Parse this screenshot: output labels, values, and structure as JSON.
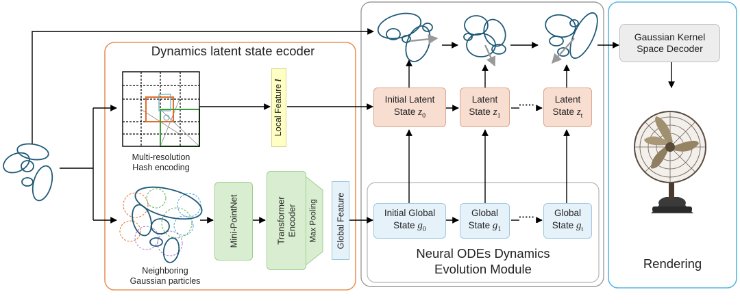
{
  "encoder": {
    "title": "Dynamics latent state ecoder",
    "hash_caption": [
      "Multi-resolution",
      "Hash encoding"
    ],
    "neighbor_caption": [
      "Neighboring",
      "Gaussian particles"
    ],
    "local_feature": "Local Feature",
    "local_feature_symbol": "l",
    "mini_pointnet": "Mini-PointNet",
    "transformer": [
      "Transformer",
      "Encoder"
    ],
    "max_pooling": "Max Pooling",
    "global_feature": "Global Feature"
  },
  "ode": {
    "title": [
      "Neural ODEs Dynamics",
      "Evolution Module"
    ],
    "latent": [
      {
        "line1": "Initial Latent",
        "line2": "State",
        "sym": "z",
        "sub": "0"
      },
      {
        "line1": "Latent",
        "line2": "State",
        "sym": "z",
        "sub": "1"
      },
      {
        "line1": "Latent",
        "line2": "State",
        "sym": "z",
        "sub": "t"
      }
    ],
    "global": [
      {
        "line1": "Initial Global",
        "line2": "State",
        "sym": "g",
        "sub": "0"
      },
      {
        "line1": "Global",
        "line2": "State",
        "sym": "g",
        "sub": "1"
      },
      {
        "line1": "Global",
        "line2": "State",
        "sym": "g",
        "sub": "t"
      }
    ],
    "dots": "·····"
  },
  "render": {
    "decoder": [
      "Gaussian Kernel",
      "Space Decoder"
    ],
    "rendering_label": "Rendering",
    "fan_image": "electric-fan-render"
  },
  "colors": {
    "encoder_border": "#e8935a",
    "ode_border": "#9a9a9a",
    "render_border": "#5ab7e0",
    "ellipse_stroke": "#1f5a78",
    "latent_fill": "#f8ddd1",
    "global_fill": "#e6f2fa",
    "green_fill": "#d9eed1",
    "local_feature_fill": "#ffffc4"
  }
}
